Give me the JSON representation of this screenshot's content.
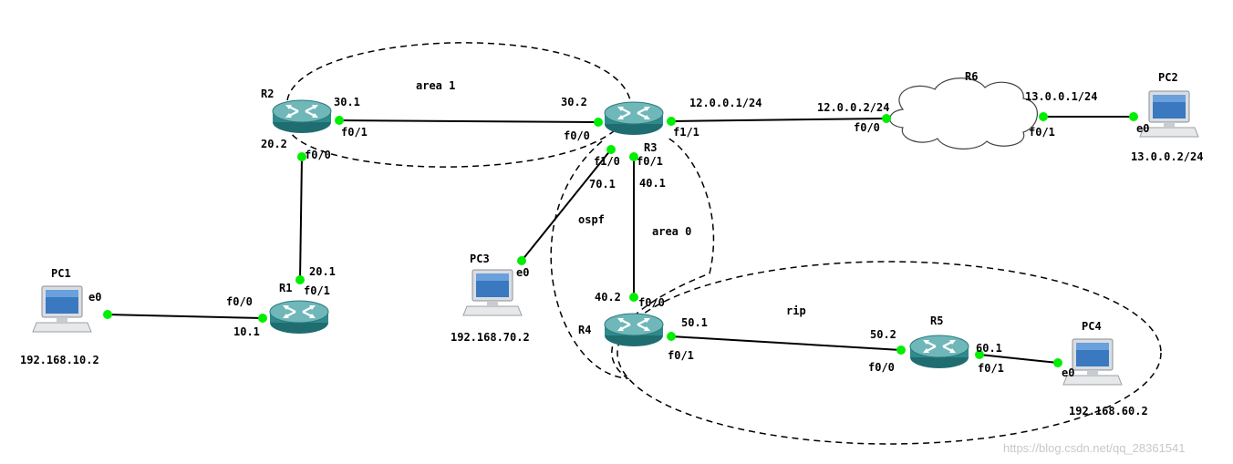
{
  "devices": {
    "R1": {
      "name": "R1"
    },
    "R2": {
      "name": "R2"
    },
    "R3": {
      "name": "R3"
    },
    "R4": {
      "name": "R4"
    },
    "R5": {
      "name": "R5"
    },
    "R6": {
      "name": "R6"
    },
    "PC1": {
      "name": "PC1",
      "ip": "192.168.10.2"
    },
    "PC2": {
      "name": "PC2",
      "ip": "13.0.0.2/24"
    },
    "PC3": {
      "name": "PC3",
      "ip": "192.168.70.2"
    },
    "PC4": {
      "name": "PC4",
      "ip": "192.168.60.2"
    }
  },
  "labels": {
    "pc1_e0": "e0",
    "r1_f00": "f0/0",
    "r1_101": "10.1",
    "r1_201": "20.1",
    "r1_f01": "f0/1",
    "r2_301": "30.1",
    "r2_f01": "f0/1",
    "r2_202": "20.2",
    "r2_f00": "f0/0",
    "r3_302": "30.2",
    "r3_f00": "f0/0",
    "r3_f10": "f1/0",
    "r3_f01": "f0/1",
    "r3_f11": "f1/1",
    "r3_12001": "12.0.0.1/24",
    "r3_701": "70.1",
    "r3_401": "40.1",
    "r6_12002": "12.0.0.2/24",
    "r6_f00": "f0/0",
    "r6_13001": "13.0.0.1/24",
    "r6_f01": "f0/1",
    "pc2_e0": "e0",
    "pc3_e0": "e0",
    "r4_402": "40.2",
    "r4_f00": "f0/0",
    "r4_501": "50.1",
    "r4_f01": "f0/1",
    "r5_502": "50.2",
    "r5_f00": "f0/0",
    "r5_601": "60.1",
    "r5_f01": "f0/1",
    "pc4_e0": "e0"
  },
  "areas": {
    "area1": "area 1",
    "area0": "area 0",
    "ospf": "ospf",
    "rip": "rip"
  },
  "watermark": "https://blog.csdn.net/qq_28361541",
  "colors": {
    "router_body": "#2f8a8c",
    "router_top": "#6fb7b9",
    "port_dot": "#00ee00",
    "cloud_stroke": "#444444"
  }
}
